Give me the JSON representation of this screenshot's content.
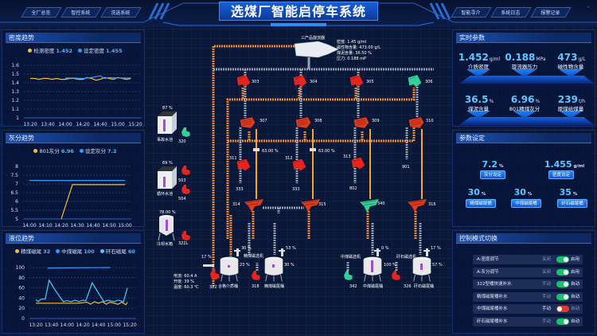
{
  "header": {
    "title": "选煤厂智能启停车系统",
    "nav_left": [
      "全厂总览",
      "智控系统",
      "洗选系统"
    ],
    "nav_right": [
      "智能寻介",
      "系统日志",
      "报警记录"
    ],
    "window_controls": "-"
  },
  "density_panel": {
    "title": "密度趋势",
    "legend": [
      {
        "name": "检测密度",
        "value": "1.452",
        "color": "#f2c02a"
      },
      {
        "name": "设定密度",
        "value": "1.455",
        "color": "#2f9bff"
      }
    ]
  },
  "ash_panel": {
    "title": "灰分趋势",
    "legend": [
      {
        "name": "801灰分",
        "value": "6.96",
        "color": "#f2c02a"
      },
      {
        "name": "设定灰分",
        "value": "7.2",
        "color": "#2f9bff"
      }
    ]
  },
  "level_panel": {
    "title": "液位趋势",
    "legend": [
      {
        "name": "精煤磁尾",
        "value": "32",
        "color": "#f2c02a"
      },
      {
        "name": "中煤磁尾",
        "value": "100",
        "color": "#2f9bff"
      },
      {
        "name": "矸石磁尾",
        "value": "60",
        "color": "#3fd0ff"
      }
    ]
  },
  "chart_data": [
    {
      "type": "line",
      "ylim": [
        1,
        1.6
      ],
      "yticks": [
        "1",
        "1.1",
        "1.2",
        "1.3",
        "1.4",
        "1.5",
        "1.6"
      ],
      "xticks": [
        "13:20",
        "13:40",
        "14:00",
        "14:20",
        "14:40",
        "15:00",
        "15:20"
      ],
      "grid": true,
      "series": [
        {
          "name": "检测密度",
          "color": "#f2c02a",
          "x": [
            "13:20",
            "13:25",
            "13:30",
            "13:35",
            "13:40",
            "13:45",
            "13:50",
            "13:55",
            "14:00",
            "14:05",
            "14:10",
            "14:15",
            "14:20",
            "14:25",
            "14:30",
            "14:35",
            "14:40",
            "14:45",
            "14:50",
            "14:55",
            "15:00",
            "15:05",
            "15:10",
            "15:15"
          ],
          "y": [
            1.45,
            1.45,
            1.44,
            1.45,
            1.45,
            1.44,
            1.45,
            1.44,
            1.44,
            1.45,
            1.45,
            1.44,
            1.44,
            1.46,
            1.45,
            1.43,
            1.44,
            1.46,
            1.45,
            1.44,
            1.46,
            1.45,
            1.44,
            1.45
          ]
        },
        {
          "name": "设定密度",
          "color": "#2f9bff",
          "x": [
            "14:00",
            "14:10",
            "14:20",
            "14:30",
            "14:35",
            "14:40",
            "14:45",
            "14:50",
            "15:00",
            "15:10",
            "15:15"
          ],
          "y": [
            1.455,
            1.455,
            1.45,
            1.46,
            1.47,
            1.48,
            1.45,
            1.46,
            1.455,
            1.455,
            1.455
          ]
        }
      ]
    },
    {
      "type": "line",
      "ylim": [
        5,
        8
      ],
      "yticks": [
        "5",
        "5.5",
        "6",
        "6.5",
        "7",
        "7.5",
        "8"
      ],
      "xticks": [
        "14:00",
        "14:10",
        "14:20",
        "14:30",
        "14:40",
        "14:50",
        "15:00"
      ],
      "grid": true,
      "series": [
        {
          "name": "801灰分",
          "color": "#f2c02a",
          "x": [
            "14:20",
            "14:27",
            "15:00"
          ],
          "y": [
            5,
            6.96,
            6.96
          ]
        },
        {
          "name": "设定灰分",
          "color": "#2f9bff",
          "x": [
            "14:00",
            "15:00"
          ],
          "y": [
            7.2,
            7.2
          ]
        }
      ]
    },
    {
      "type": "line",
      "ylim": [
        0,
        100
      ],
      "yticks": [
        "0",
        "20",
        "40",
        "60",
        "80",
        "100"
      ],
      "xticks": [
        "13:20",
        "13:40",
        "14:00",
        "14:20",
        "14:40",
        "15:00",
        "15:20"
      ],
      "grid": true,
      "series": [
        {
          "name": "精煤磁尾",
          "color": "#f2c02a",
          "x": [
            "13:20",
            "13:40",
            "14:00",
            "14:15",
            "14:20",
            "14:25",
            "14:30",
            "14:35",
            "14:40",
            "14:45",
            "14:50",
            "14:55",
            "15:00",
            "15:05",
            "15:10",
            "15:15",
            "15:17"
          ],
          "y": [
            30,
            30,
            30,
            30,
            31,
            32,
            28,
            33,
            30,
            33,
            28,
            32,
            30,
            28,
            32,
            27,
            32
          ]
        },
        {
          "name": "中煤磁尾",
          "color": "#2f9bff",
          "x": [
            "13:35",
            "14:55"
          ],
          "y": [
            99,
            100
          ]
        },
        {
          "name": "矸石磁尾",
          "color": "#3fd0ff",
          "x": [
            "13:20",
            "13:23",
            "13:27",
            "13:32",
            "13:37",
            "13:45",
            "13:55",
            "14:00",
            "14:05",
            "14:10",
            "14:15",
            "14:20",
            "14:24",
            "14:32",
            "14:40",
            "14:47",
            "14:52",
            "15:00",
            "15:05",
            "15:12",
            "15:17"
          ],
          "y": [
            37,
            33,
            38,
            38,
            75,
            55,
            33,
            35,
            33,
            36,
            33,
            36,
            35,
            70,
            50,
            33,
            36,
            33,
            36,
            33,
            60
          ]
        }
      ]
    }
  ],
  "realtime": {
    "title": "实时参数",
    "items": [
      {
        "value": "1.452",
        "unit": "g/ml",
        "label": "介质密度"
      },
      {
        "value": "0.188",
        "unit": "MPa",
        "label": "旋流器压力"
      },
      {
        "value": "473",
        "unit": "g/L",
        "label": "磁性物含量"
      },
      {
        "value": "36.5",
        "unit": "%",
        "label": "煤泥含量"
      },
      {
        "value": "6.96",
        "unit": "%",
        "label": "801精煤灰分"
      },
      {
        "value": "239",
        "unit": "t/h",
        "label": "原煤给煤量"
      }
    ]
  },
  "settings": {
    "title": "参数设定",
    "items": [
      {
        "value": "7.2",
        "unit": "%",
        "label": "灰分设定"
      },
      {
        "value": "1.455",
        "unit": "g/ml",
        "label": "密度设定"
      },
      {
        "value": "30",
        "unit": "%",
        "label": "精煤磁尾桶"
      },
      {
        "value": "30",
        "unit": "%",
        "label": "中煤磁尾桶"
      },
      {
        "value": "35",
        "unit": "%",
        "label": "矸石磁尾桶"
      }
    ]
  },
  "control": {
    "title": "控制模式切换",
    "rows": [
      {
        "name": "A:密度调节",
        "off": "关闭",
        "on": "启用",
        "state": true
      },
      {
        "name": "A:灰分调节",
        "off": "关闭",
        "on": "启用",
        "state": true
      },
      {
        "name": "322型桶快速补水",
        "off": "手动",
        "on": "自动",
        "state": true
      },
      {
        "name": "精煤磁尾桶补水",
        "off": "手动",
        "on": "自动",
        "state": true
      },
      {
        "name": "中煤磁尾桶补水",
        "off": "手动",
        "on": "自动",
        "state": false
      },
      {
        "name": "矸石磁尾桶补水",
        "off": "手动",
        "on": "自动",
        "state": true
      }
    ]
  },
  "process": {
    "cyclone": {
      "label": "三产品旋流器",
      "lines": [
        "密度:   1.45 g/ml",
        "磁性物含量:   473.00 g/L",
        "煤泥含量:   36.50 %",
        "压力:   0.188 mP"
      ]
    },
    "devices": {
      "d303": "303",
      "d304": "304",
      "d305": "305",
      "d306": "306",
      "d307": "307",
      "d308": "308",
      "d309": "309",
      "d310": "310",
      "d311": "311",
      "d312": "312",
      "d313": "313",
      "d901": "901",
      "d314": "314",
      "d315": "315",
      "d340": "340",
      "d316": "316",
      "b333a": "333",
      "b333b": "333",
      "b802": "802",
      "d320": "320",
      "d503": "503",
      "d504": "504",
      "d322l": "322L",
      "d322": "322",
      "d318": "318",
      "d342": "342",
      "d326": "326"
    },
    "flow1": "63.00 %",
    "flow2": "63.00 %",
    "pools": [
      {
        "name": "事故水池",
        "level": "87 %"
      },
      {
        "name": "循环水池",
        "level": "69 %"
      },
      {
        "name": "冷却水箱",
        "level": "78.00 %"
      }
    ],
    "pump322": {
      "current": "电流:  60.4 A",
      "opening": "开度:  39 %",
      "temp": "温度:  60.3 ℃",
      "valve": "17 %"
    },
    "tanks": [
      {
        "name": "合格介质桶",
        "level": "23 %",
        "valve": "30 %"
      },
      {
        "name": "精煤磁尾桶",
        "level": "30 %",
        "valve": "53 %",
        "sep": "精煤磁选机"
      },
      {
        "name": "中煤磁尾桶",
        "level": "100 %",
        "valve": "0 %",
        "sep": "中煤磁选机"
      },
      {
        "name": "矸石磁尾桶",
        "level": "57 %",
        "valve": "17 %",
        "sep": "矸石磁选机"
      }
    ]
  }
}
